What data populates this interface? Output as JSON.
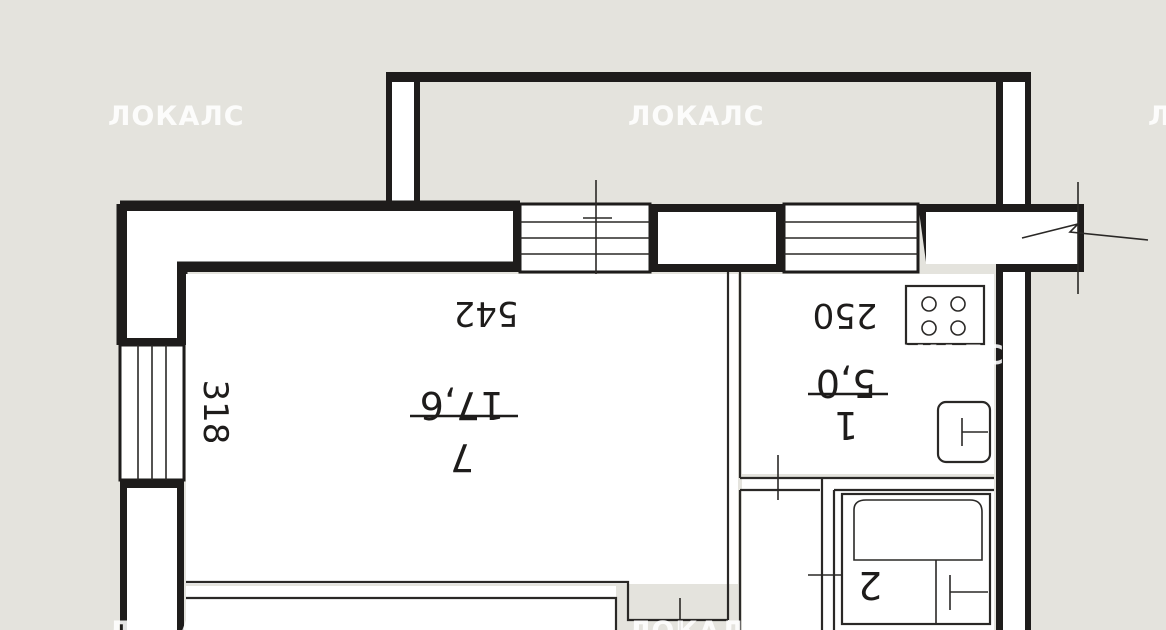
{
  "watermark": "ЛОКАЛС",
  "dimensions": {
    "living_width": "542",
    "living_depth": "318",
    "kitchen_width": "250"
  },
  "rooms": {
    "living": {
      "number": "7",
      "area": "17,6"
    },
    "kitchen": {
      "number": "1",
      "area": "5,0"
    },
    "bathroom": {
      "number": "2"
    }
  }
}
